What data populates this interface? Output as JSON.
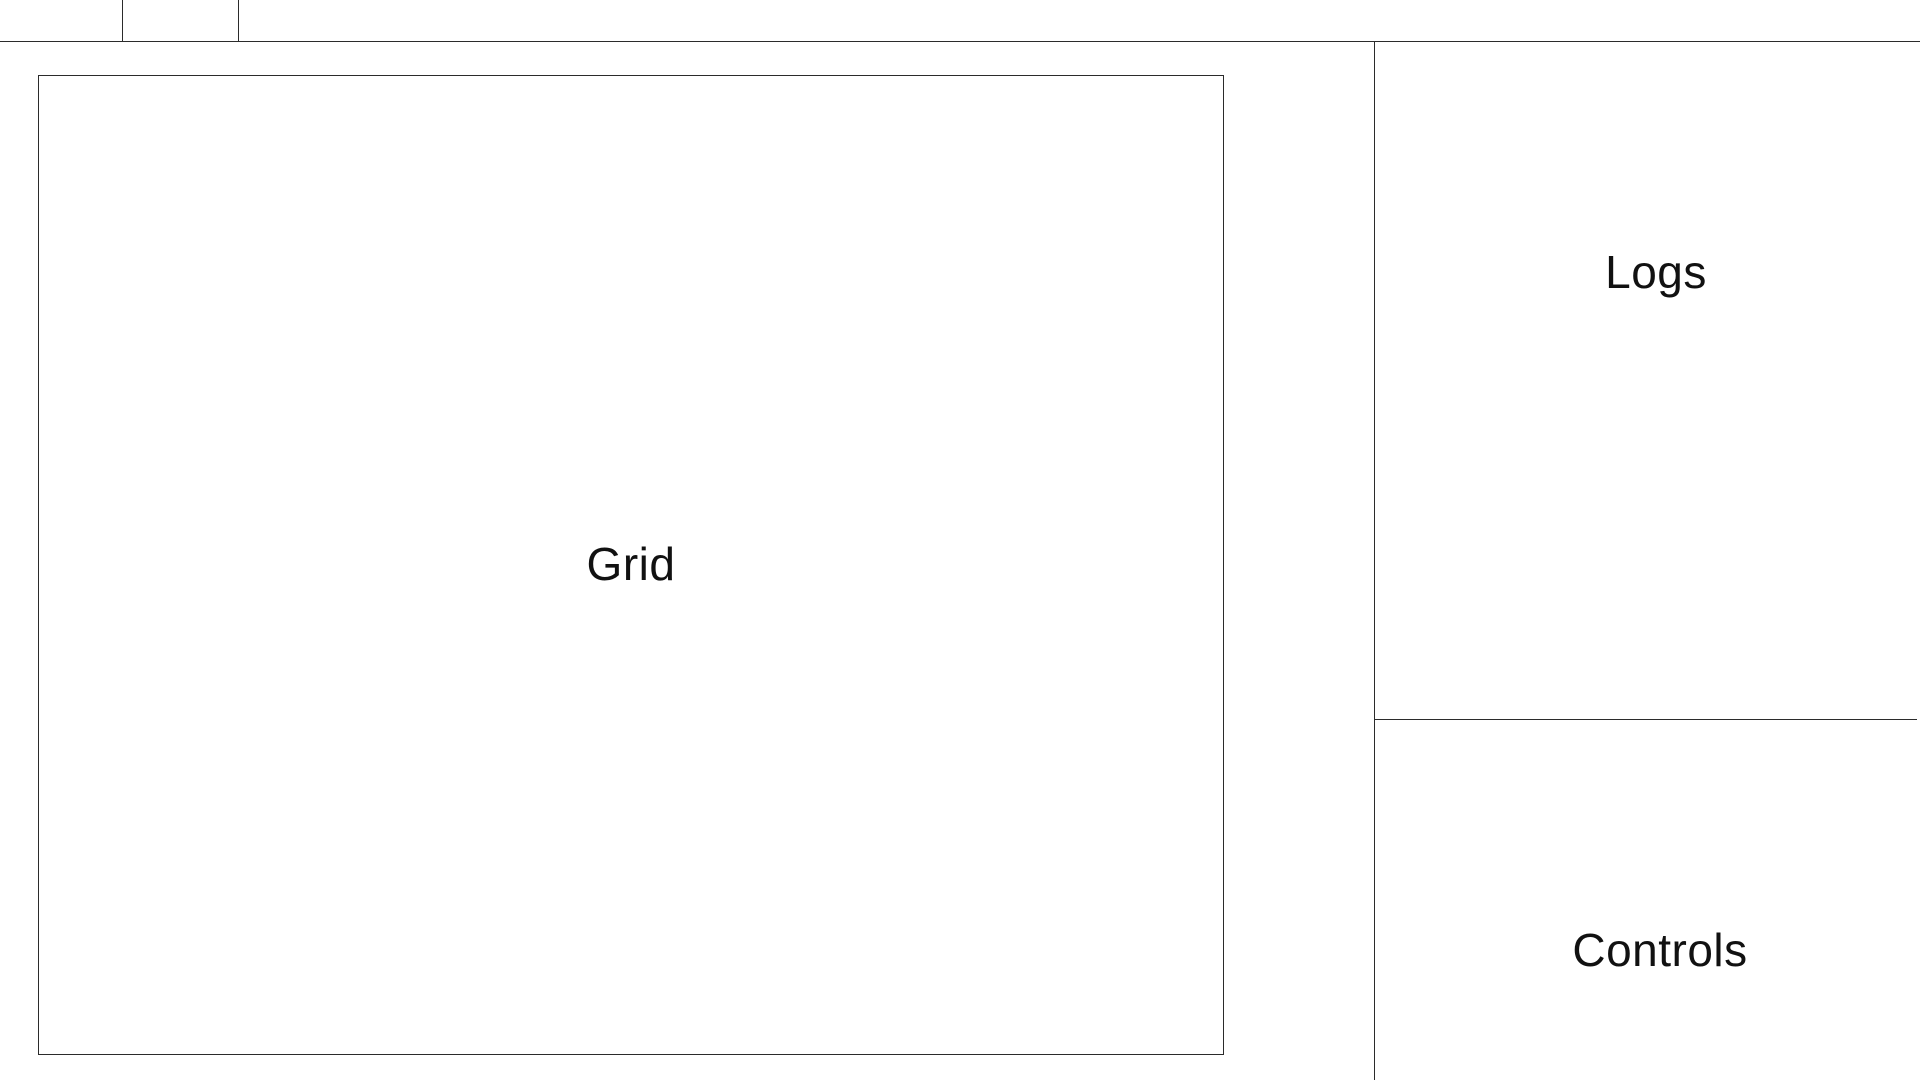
{
  "tabs": [
    {
      "label": ""
    },
    {
      "label": ""
    }
  ],
  "main": {
    "grid_label": "Grid"
  },
  "sidebar": {
    "logs_label": "Logs",
    "controls_label": "Controls"
  },
  "colors": {
    "border": "#2b2b2b",
    "background": "#ffffff",
    "text": "#111111"
  }
}
